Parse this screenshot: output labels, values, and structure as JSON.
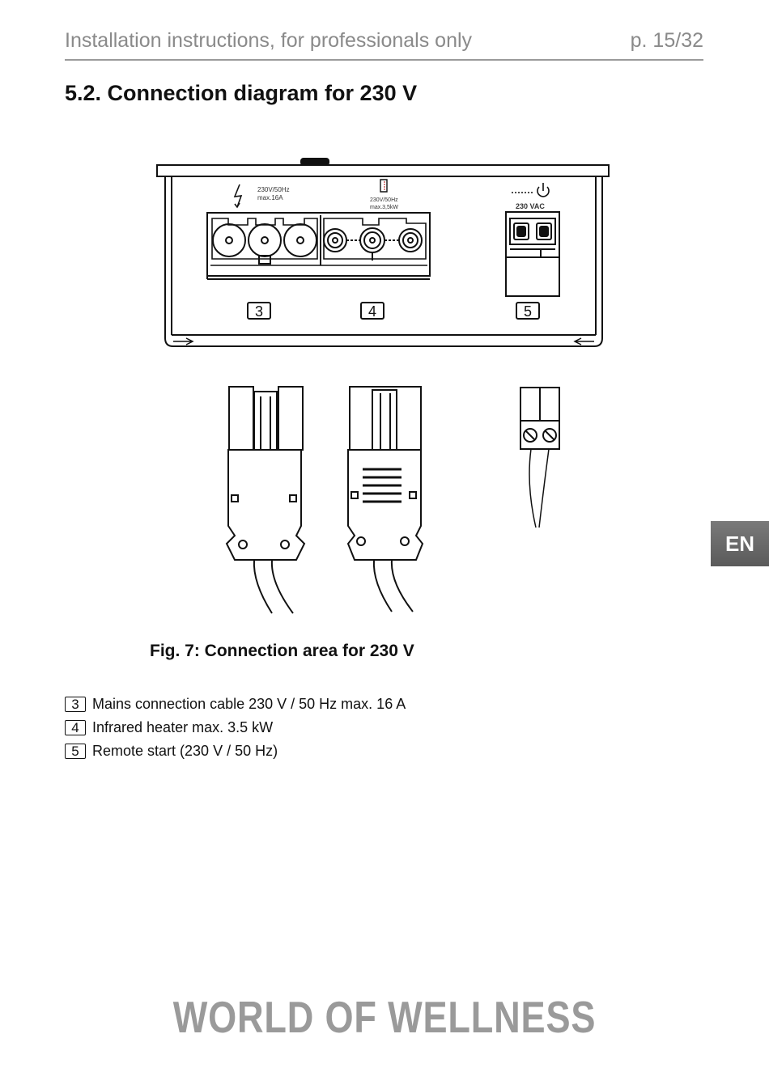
{
  "header": {
    "title": "Installation instructions, for professionals only",
    "page": "p. 15/32"
  },
  "section_title": "5.2. Connection diagram for 230 V",
  "language_tab": "EN",
  "diagram": {
    "port_mains_label_1": "230V/50Hz",
    "port_mains_label_2": "max.16A",
    "port_heater_label_1": "230V/50Hz",
    "port_heater_label_2": "max.3,5kW",
    "port_remote_label": "230 VAC",
    "num_3": "3",
    "num_4": "4",
    "num_5": "5",
    "icons": [
      "lightning-icon",
      "heater-icon",
      "power-icon"
    ]
  },
  "caption": "Fig. 7: Connection area for 230 V",
  "legend": [
    {
      "num": "3",
      "text": "Mains connection cable 230 V / 50 Hz max. 16 A"
    },
    {
      "num": "4",
      "text": "Infrared heater max. 3.5 kW"
    },
    {
      "num": "5",
      "text": "Remote start (230 V / 50 Hz)"
    }
  ],
  "brand": "WORLD OF WELLNESS"
}
